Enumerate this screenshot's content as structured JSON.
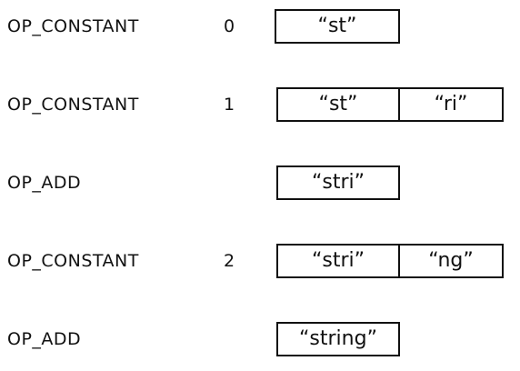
{
  "rows": [
    {
      "op": "OP_CONSTANT",
      "arg": "0",
      "stack": [
        "“st”"
      ]
    },
    {
      "op": "OP_CONSTANT",
      "arg": "1",
      "stack": [
        "“st”",
        "“ri”"
      ]
    },
    {
      "op": "OP_ADD",
      "arg": "",
      "stack": [
        "“stri”"
      ]
    },
    {
      "op": "OP_CONSTANT",
      "arg": "2",
      "stack": [
        "“stri”",
        "“ng”"
      ]
    },
    {
      "op": "OP_ADD",
      "arg": "",
      "stack": [
        "“string”"
      ]
    }
  ]
}
